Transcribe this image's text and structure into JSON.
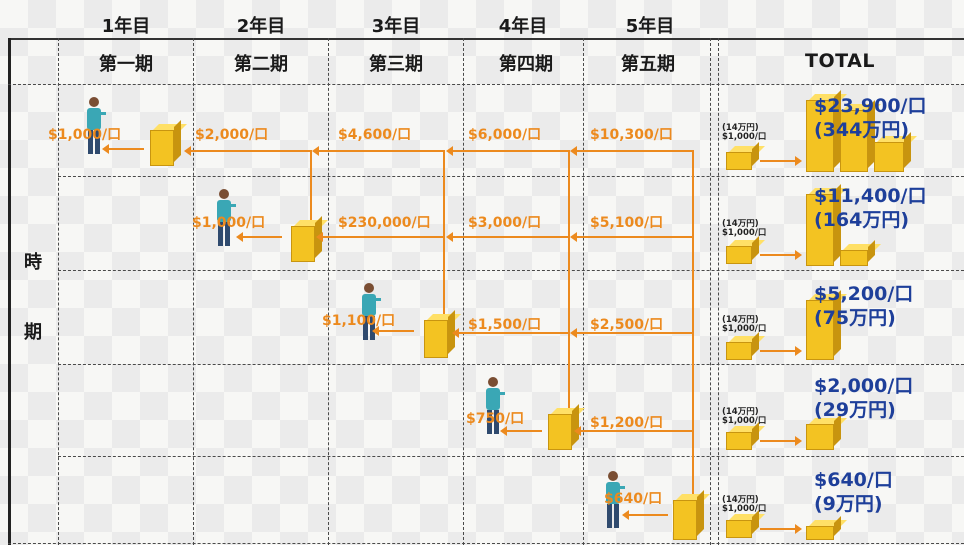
{
  "header": {
    "years": [
      "1年目",
      "2年目",
      "3年目",
      "4年目",
      "5年目"
    ],
    "periods": [
      "第一期",
      "第二期",
      "第三期",
      "第四期",
      "第五期"
    ],
    "total_label": "TOTAL"
  },
  "side_label": {
    "char1": "時",
    "char2": "期"
  },
  "rows": [
    {
      "amounts": [
        "$1,000/口",
        "$2,000/口",
        "$4,600/口",
        "$6,000/口",
        "$10,300/口"
      ]
    },
    {
      "amounts": [
        "$1,000/口",
        "$230,000/口",
        "$3,000/口",
        "$5,100/口"
      ]
    },
    {
      "amounts": [
        "$1,100/口",
        "$1,500/口",
        "$2,500/口"
      ]
    },
    {
      "amounts": [
        "$750/口",
        "$1,200/口"
      ]
    },
    {
      "amounts": [
        "$640/口"
      ]
    }
  ],
  "investment_note": {
    "line1": "(14万円)",
    "line2": "$1,000/口"
  },
  "totals": [
    {
      "usd": "$23,900/口",
      "jpy": "(344万円)"
    },
    {
      "usd": "$11,400/口",
      "jpy": "(164万円)"
    },
    {
      "usd": "$5,200/口",
      "jpy": "(75万円)"
    },
    {
      "usd": "$2,000/口",
      "jpy": "(29万円)"
    },
    {
      "usd": "$640/口",
      "jpy": "(9万円)"
    }
  ],
  "colors": {
    "arrow": "#ec8a1e",
    "gold": "#f3c322",
    "total_text": "#1e3f9a"
  },
  "icons": [
    "person-icon",
    "gold-stack-icon",
    "arrow-left-icon",
    "arrow-right-icon"
  ]
}
